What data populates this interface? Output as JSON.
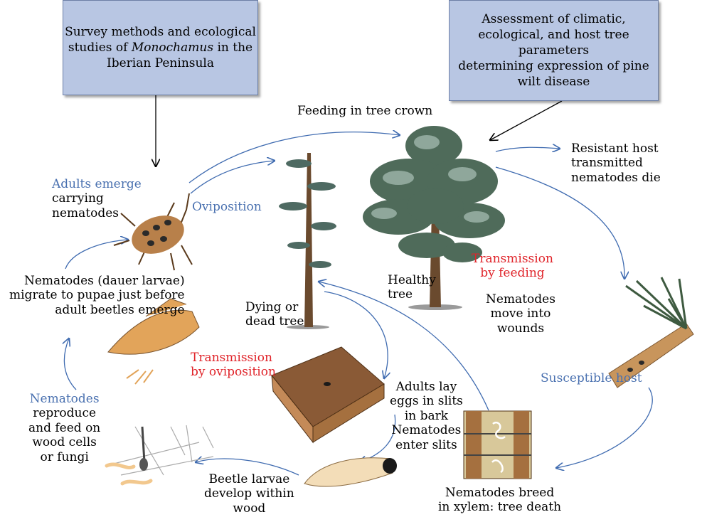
{
  "box_survey": {
    "line1": "Survey methods and ecological",
    "line2_pre": "studies of ",
    "line2_italic": "Monochamus",
    "line2_post": " in the",
    "line3": "Iberian Peninsula"
  },
  "box_assessment": {
    "line1": "Assessment of climatic,",
    "line2": "ecological, and host tree parameters",
    "line3": "determining expression of pine",
    "line4": "wilt disease"
  },
  "feeding_crown": "Feeding in tree crown",
  "resistant": {
    "line1": "Resistant host",
    "line2": "transmitted",
    "line3": "nematodes die"
  },
  "adults_emerge": {
    "line1": "Adults emerge",
    "line2": "carrying",
    "line3": "nematodes"
  },
  "oviposition": "Oviposition",
  "healthy": {
    "line1": "Healthy",
    "line2": "tree"
  },
  "dying": {
    "line1": "Dying or",
    "line2": "dead tree"
  },
  "trans_feeding": {
    "line1": "Transmission",
    "line2": "by feeding"
  },
  "wounds": {
    "line1": "Nematodes",
    "line2": "move into",
    "line3": "wounds"
  },
  "dauer": {
    "line1": "Nematodes (dauer larvae)",
    "line2": "migrate to pupae just before",
    "line3": "adult beetles emerge"
  },
  "trans_ovi": {
    "line1": "Transmission",
    "line2": "by oviposition"
  },
  "adults_lay": {
    "line1": "Adults lay",
    "line2": "eggs in slits",
    "line3": "in bark",
    "line4": "Nematodes",
    "line5": "enter slits"
  },
  "susceptible": "Susceptible host",
  "reproduce": {
    "line1": "Nematodes",
    "line2": "reproduce",
    "line3": "and feed on",
    "line4": "wood cells",
    "line5": "or fungi"
  },
  "larvae": {
    "line1": "Beetle larvae",
    "line2": "develop within",
    "line3": "wood"
  },
  "xylem": {
    "line1": "Nematodes breed",
    "line2": "in xylem: tree death"
  },
  "colors": {
    "box_fill": "#b8c6e3",
    "label_blue": "#4a71b0",
    "label_red": "#e0242a",
    "arrow_blue": "#3f6bb0"
  }
}
